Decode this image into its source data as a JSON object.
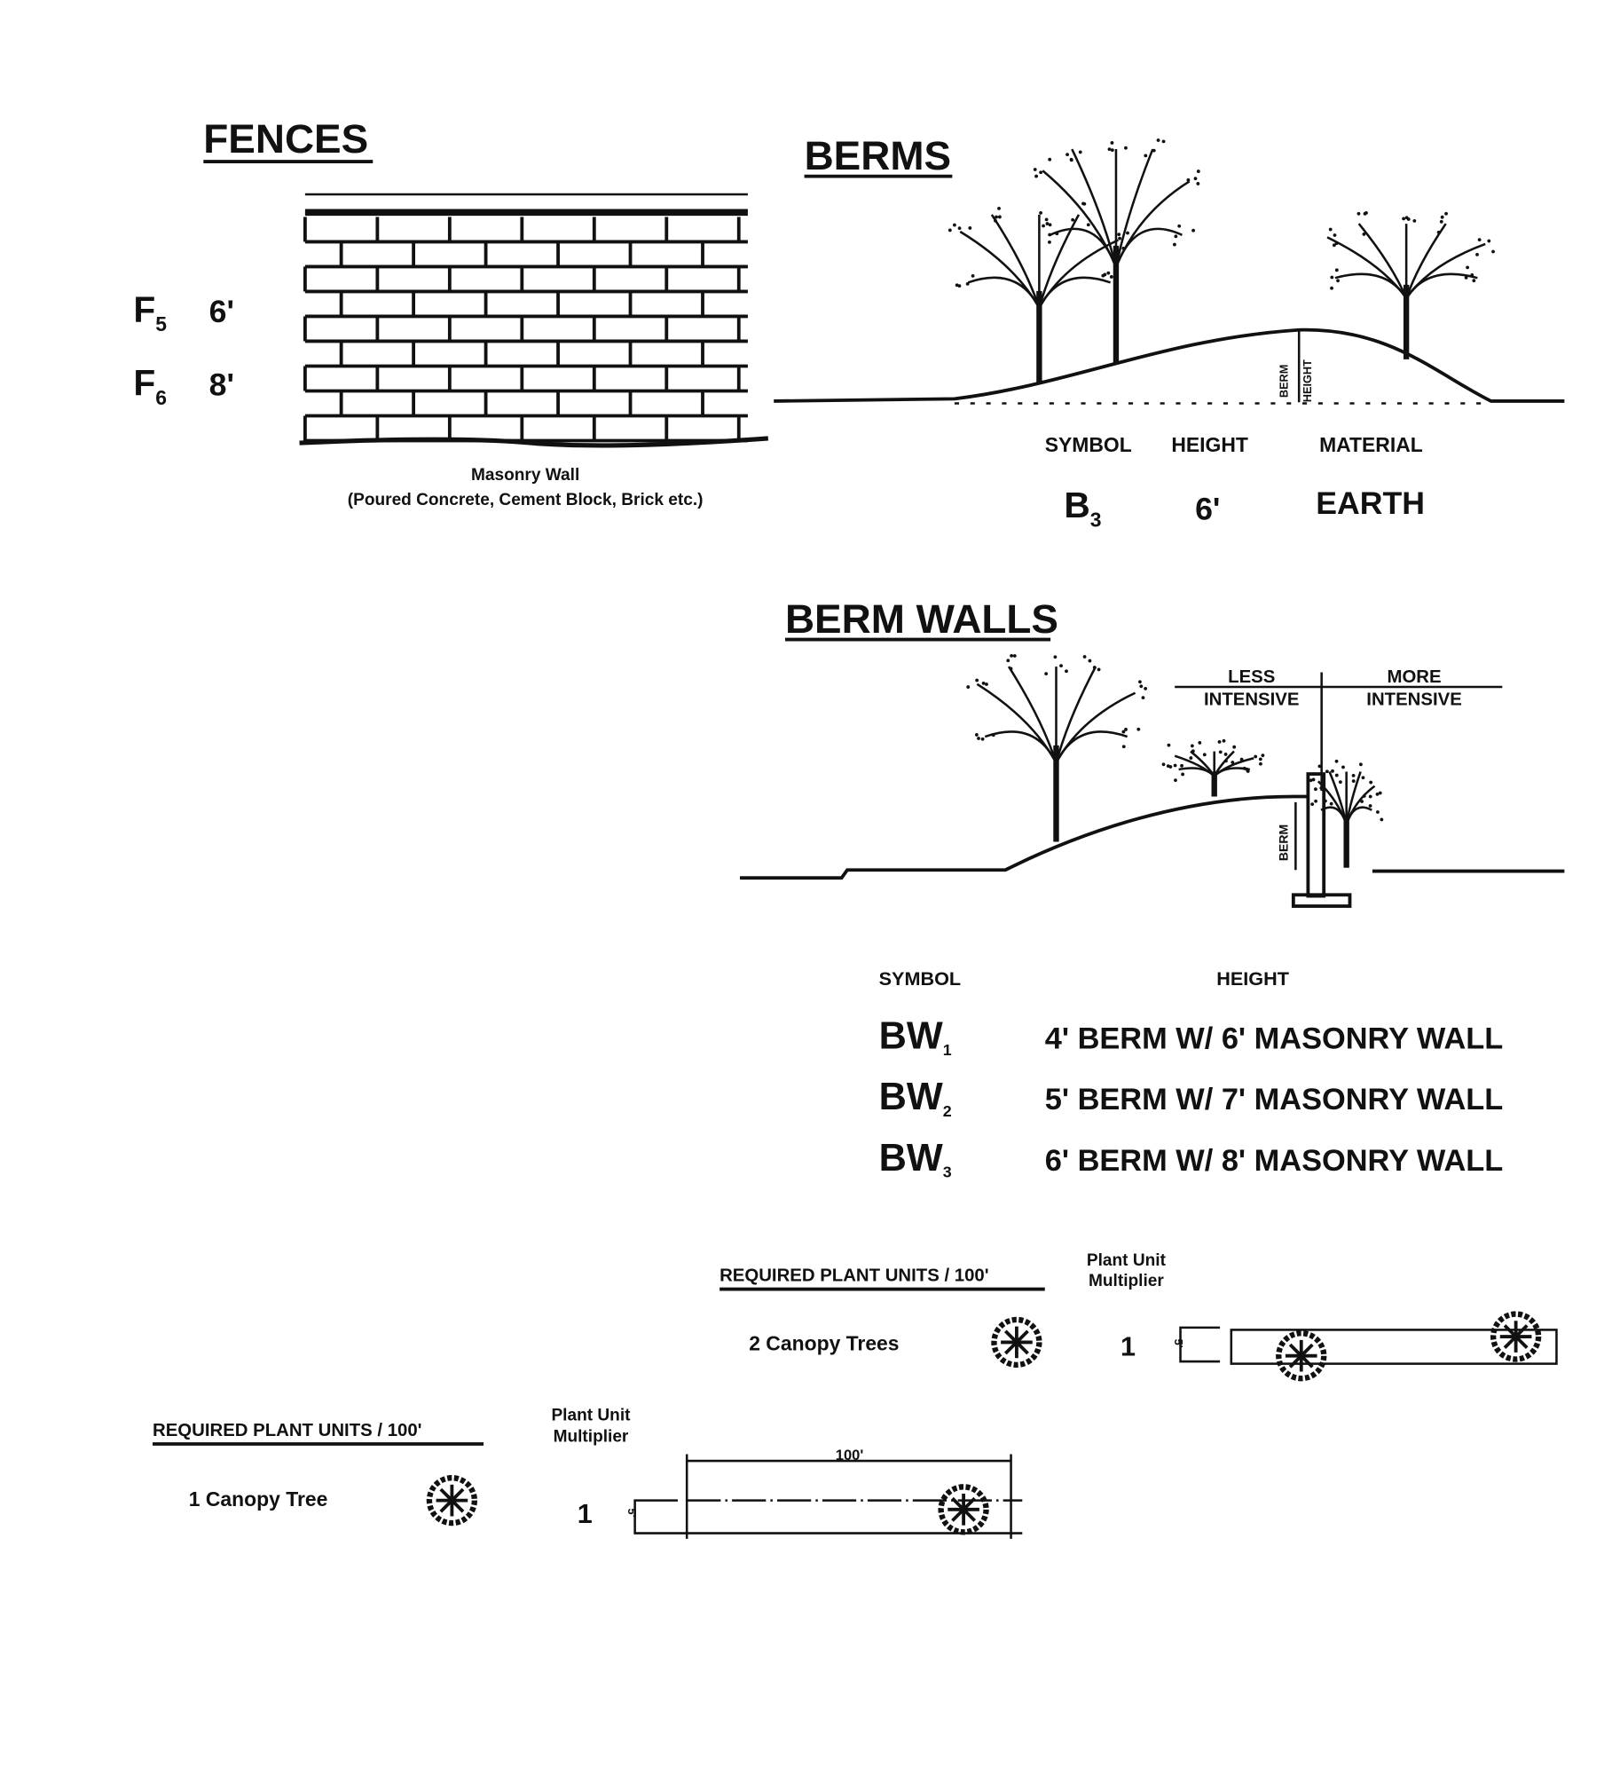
{
  "fences": {
    "title": "FENCES",
    "rows": [
      {
        "symbol": "F",
        "sub": "5",
        "height": "6'"
      },
      {
        "symbol": "F",
        "sub": "6",
        "height": "8'"
      }
    ],
    "caption_1": "Masonry Wall",
    "caption_2": "(Poured Concrete, Cement Block, Brick etc.)"
  },
  "berms": {
    "title": "BERMS",
    "dim_label_1": "BERM",
    "dim_label_2": "HEIGHT",
    "headers": {
      "symbol": "SYMBOL",
      "height": "HEIGHT",
      "material": "MATERIAL"
    },
    "row": {
      "symbol": "B",
      "sub": "3",
      "height": "6'",
      "material": "EARTH"
    }
  },
  "berm_walls": {
    "title": "BERM WALLS",
    "less": "LESS",
    "less_2": "INTENSIVE",
    "more": "MORE",
    "more_2": "INTENSIVE",
    "berm_label": "BERM",
    "headers": {
      "symbol": "SYMBOL",
      "height": "HEIGHT"
    },
    "rows": [
      {
        "symbol": "BW",
        "sub": "1",
        "height": "4' BERM W/ 6' MASONRY WALL"
      },
      {
        "symbol": "BW",
        "sub": "2",
        "height": "5' BERM W/ 7' MASONRY WALL"
      },
      {
        "symbol": "BW",
        "sub": "3",
        "height": "6' BERM W/ 8' MASONRY WALL"
      }
    ]
  },
  "plant_units_a": {
    "header": "REQUIRED PLANT UNITS / 100'",
    "mult_1": "Plant Unit",
    "mult_2": "Multiplier",
    "item": "2 Canopy Trees",
    "multiplier": "1",
    "width": "5'"
  },
  "plant_units_b": {
    "header": "REQUIRED PLANT UNITS / 100'",
    "mult_1": "Plant Unit",
    "mult_2": "Multiplier",
    "item": "1 Canopy Tree",
    "multiplier": "1",
    "width": "5'",
    "length": "100'"
  }
}
